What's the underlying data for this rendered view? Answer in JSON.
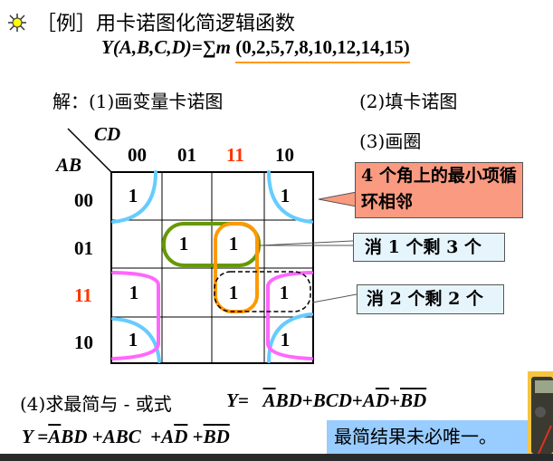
{
  "header": {
    "title": "［例］用卡诺图化简逻辑函数",
    "function": "Y(A,B,C,D)=∑m",
    "minterms": "(0,2,5,7,8,10,12,14,15)"
  },
  "steps": {
    "solve": "解：(1)画变量卡诺图",
    "fill": "(2)填卡诺图",
    "circle": "(3)画圈"
  },
  "kmap": {
    "col_var": "CD",
    "row_var": "AB",
    "cols": [
      "00",
      "01",
      "11",
      "10"
    ],
    "rows": [
      "00",
      "01",
      "11",
      "10"
    ],
    "highlight_color": "#FF3300",
    "cells": [
      [
        "1",
        "",
        "",
        "1"
      ],
      [
        "",
        "1",
        "1",
        ""
      ],
      [
        "1",
        "",
        "1",
        "1"
      ],
      [
        "1",
        "",
        "",
        "1"
      ]
    ]
  },
  "callouts": {
    "corners": "4 个角上的最小项循环相邻",
    "eliminate1": "消 1 个剩 3 个",
    "eliminate2": "消 2 个剩 2 个"
  },
  "result": {
    "step4": "(4)求最简与 - 或式",
    "Y": "Y=",
    "t1a": "A",
    "t1b": "BD",
    "plus": "+",
    "t2": "BCD",
    "t3a": "A",
    "t3b": "D",
    "t4a": "B",
    "t4b": "D",
    "Y2": "Y =",
    "u1a": "A",
    "u1b": "BD",
    "u2": "ABC",
    "u3a": "A",
    "u3b": "D",
    "u4a": "B",
    "u4b": "D",
    "note": "最简结果未必唯一。"
  },
  "colors": {
    "corner_loop": "#66CCFF",
    "edge_loop": "#FF66FF",
    "pair_loop": "#669900",
    "quad_loop": "#FF9900",
    "callout_red": "#FA9A80",
    "callout_blue": "#E6F4FC",
    "note_bg": "#99CCFF"
  }
}
